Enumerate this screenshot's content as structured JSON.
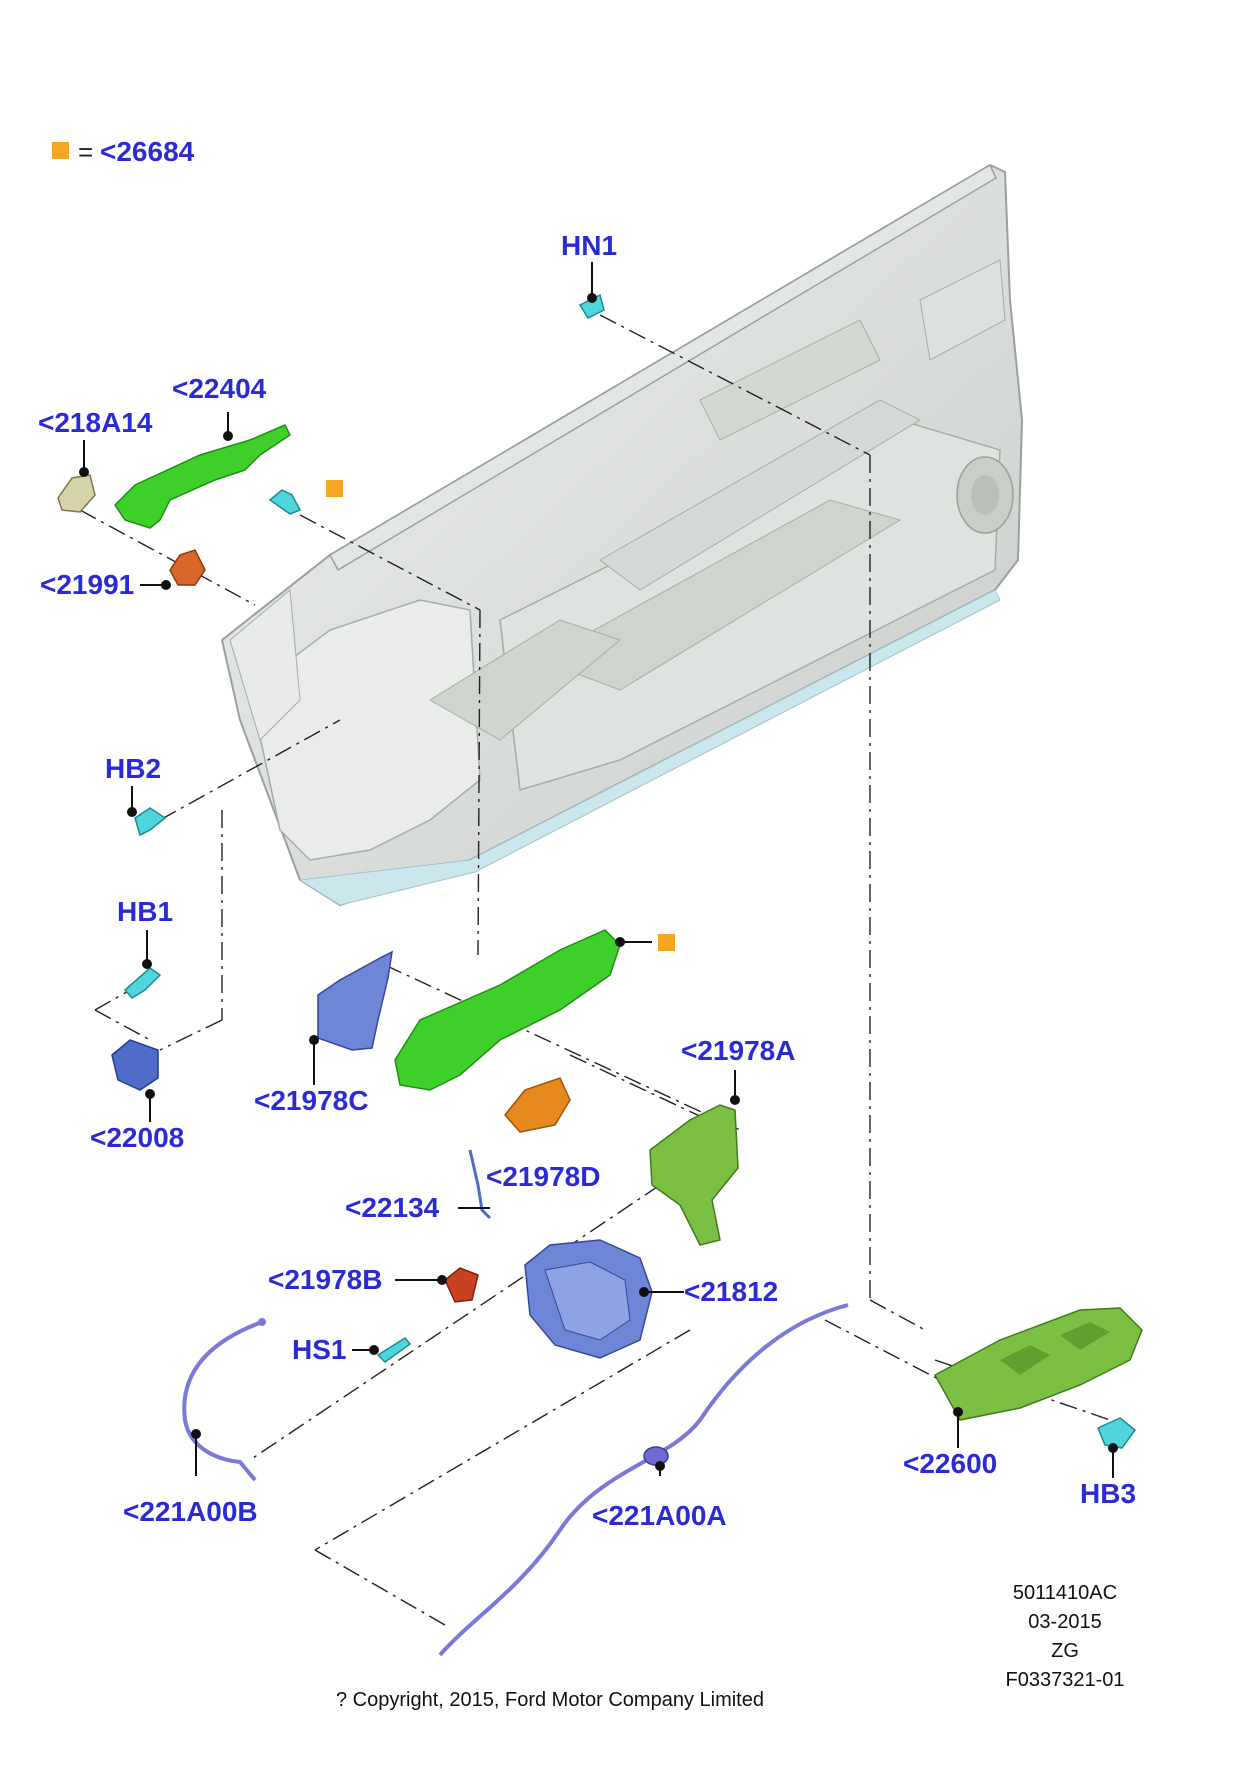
{
  "colors": {
    "callout_text": "#2b2bd6",
    "marker": "#f5a623",
    "leader_line": "#111111",
    "door_panel": "#d8dcd8",
    "handle_green": "#3fcf2a",
    "bracket_blue": "#6f86d6",
    "cable_purple": "#7a78d8",
    "fastener_cyan": "#4fd6dc",
    "cap_orange": "#e8891e",
    "clip_red": "#c9411e",
    "trim_olive": "#7cc043"
  },
  "legend": {
    "equals": "=",
    "label": "<26684",
    "marker_color": "#f5a623"
  },
  "callouts": {
    "hn1": "HN1",
    "l218a14": "<218A14",
    "l22404": "<22404",
    "l21991": "<21991",
    "hb2": "HB2",
    "hb1": "HB1",
    "l22008": "<22008",
    "l21978c": "<21978C",
    "l21978a": "<21978A",
    "l21978d": "<21978D",
    "l22134": "<22134",
    "l21978b": "<21978B",
    "l21812": "<21812",
    "hs1": "HS1",
    "l221a00b": "<221A00B",
    "l221a00a": "<221A00A",
    "l22600": "<22600",
    "hb3": "HB3"
  },
  "footer": {
    "doc_number": "5011410AC",
    "date": "03-2015",
    "code": "ZG",
    "figure_id": "F0337321-01",
    "copyright": "? Copyright, 2015, Ford Motor Company Limited"
  }
}
